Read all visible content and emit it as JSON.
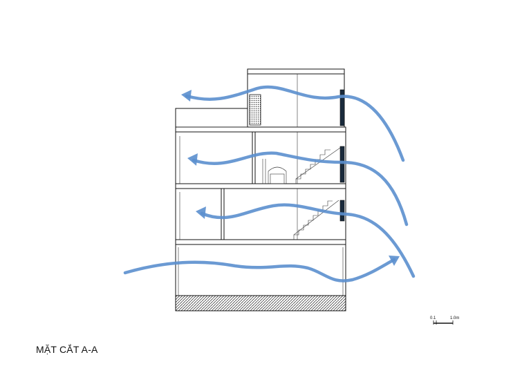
{
  "title": "MẶT CẮT A-A",
  "scale_bar": {
    "label_start": "0.1",
    "label_end": "1.0m"
  },
  "colors": {
    "airflow": "#5b8fce",
    "lines": "#111111",
    "background": "#ffffff"
  }
}
